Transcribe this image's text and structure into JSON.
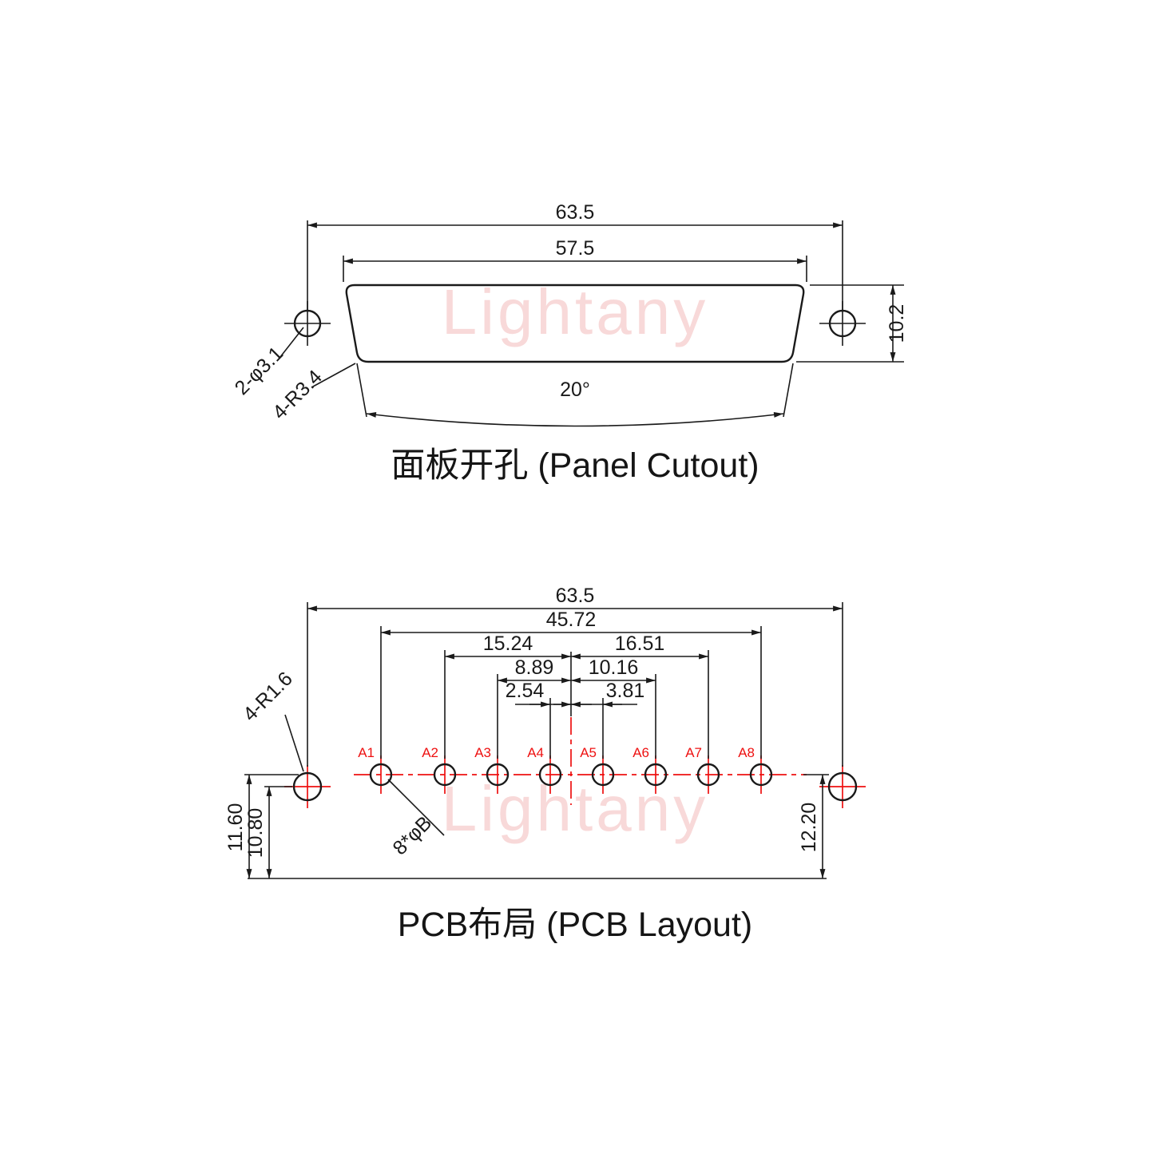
{
  "watermark": {
    "text": "Lightany"
  },
  "panel_cutout": {
    "title": "面板开孔 (Panel Cutout)",
    "dim_width_outer": "63.5",
    "dim_width_inner": "57.5",
    "dim_height": "10.2",
    "dim_angle": "20°",
    "label_holes": "2-φ3.1",
    "label_corner_radius": "4-R3.4"
  },
  "pcb_layout": {
    "title": "PCB布局 (PCB Layout)",
    "dim_mount_span": "63.5",
    "dim_pin_span": "45.72",
    "dim_a2_to_center": "15.24",
    "dim_center_to_a7": "16.51",
    "dim_a3_to_center": "8.89",
    "dim_center_to_a6": "10.16",
    "dim_a4_to_center": "2.54",
    "dim_center_to_a5": "3.81",
    "dim_mount_to_edge": "11.60",
    "dim_row_to_edge": "10.80",
    "dim_pin_to_edge": "12.20",
    "label_mount_radius": "4-R1.6",
    "label_pin_diameter": "8*φB",
    "pins": [
      {
        "label": "A1"
      },
      {
        "label": "A2"
      },
      {
        "label": "A3"
      },
      {
        "label": "A4"
      },
      {
        "label": "A5"
      },
      {
        "label": "A6"
      },
      {
        "label": "A7"
      },
      {
        "label": "A8"
      }
    ]
  }
}
